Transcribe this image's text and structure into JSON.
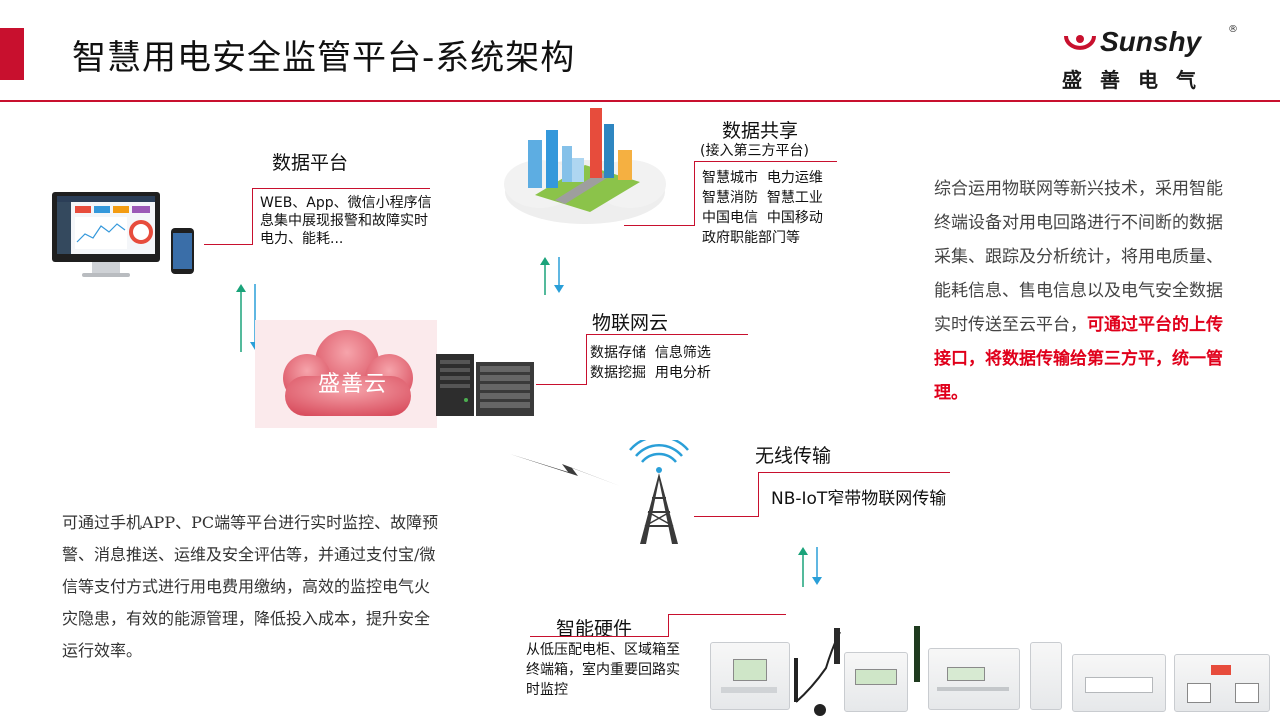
{
  "header": {
    "title": "智慧用电安全监管平台-系统架构",
    "brand_name": "Sunshy",
    "brand_registered": "®",
    "brand_chinese": "盛善电气"
  },
  "data_platform": {
    "label": "数据平台",
    "description": "WEB、App、微信小程序信息集中展现报警和故障实时电力、能耗..."
  },
  "data_sharing": {
    "label": "数据共享",
    "sublabel": "(接入第三方平台)",
    "items": [
      "智慧城市  电力运维",
      "智慧消防  智慧工业",
      "中国电信  中国移动",
      "政府职能部门等"
    ]
  },
  "iot_cloud": {
    "label": "物联网云",
    "items": [
      "数据存储  信息筛选",
      "数据挖掘  用电分析"
    ],
    "cloud_text": "盛善云"
  },
  "wireless": {
    "label": "无线传输",
    "description": "NB-IoT窄带物联网传输"
  },
  "hardware": {
    "label": "智能硬件",
    "description": "从低压配电柜、区域箱至终端箱，室内重要回路实时监控"
  },
  "right_paragraph": {
    "normal": "综合运用物联网等新兴技术，采用智能终端设备对用电回路进行不间断的数据采集、跟踪及分析统计，将用电质量、能耗信息、售电信息以及电气安全数据实时传送至云平台，",
    "highlight": "可通过平台的上传接口，将数据传输给第三方平，统一管理。"
  },
  "left_paragraph": "可通过手机APP、PC端等平台进行实时监控、故障预警、消息推送、运维及安全评估等，并通过支付宝/微信等支付方式进行用电费用缴纳，高效的监控电气火灾隐患，有效的能源管理，降低投入成本，提升安全运行效率。",
  "colors": {
    "accent_red": "#c8102e",
    "highlight_red": "#e0001b",
    "arrow_green": "#1aa37a",
    "arrow_blue": "#2a9fd8",
    "cloud_pink": "#e46b78"
  }
}
